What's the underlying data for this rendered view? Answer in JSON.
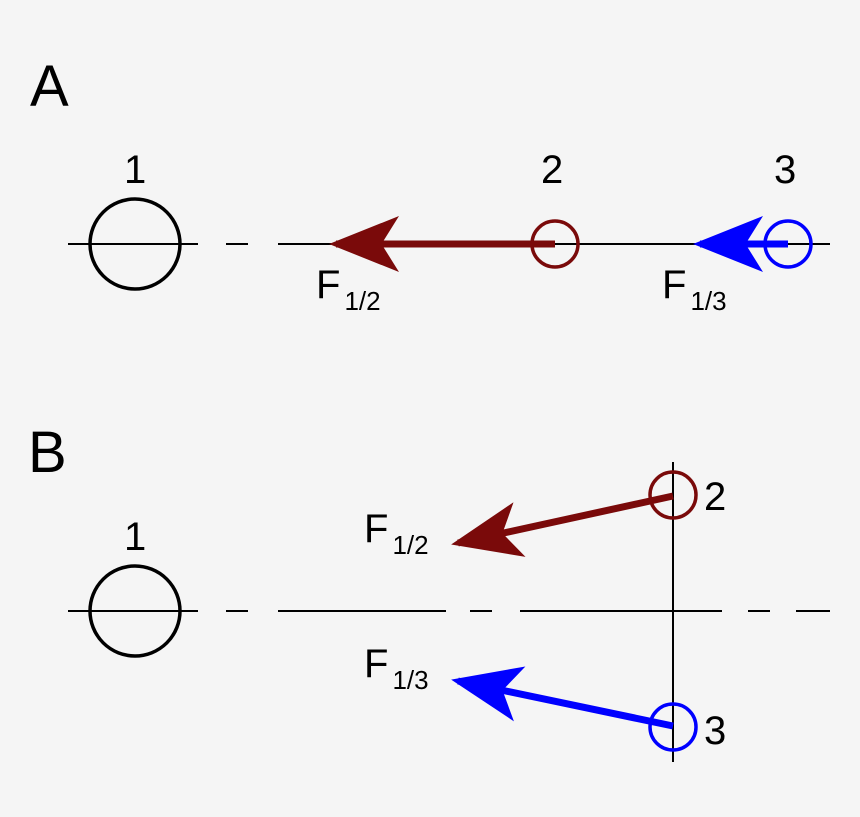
{
  "colors": {
    "background": "#f5f5f5",
    "line": "#000000",
    "body_2": "#7a0a0a",
    "body_3": "#0000ff"
  },
  "panel_a": {
    "label": "A",
    "body_1": "1",
    "body_2": "2",
    "body_3": "3",
    "force_12_main": "F",
    "force_12_sub": "1/2",
    "force_13_main": "F",
    "force_13_sub": "1/3"
  },
  "panel_b": {
    "label": "B",
    "body_1": "1",
    "body_2": "2",
    "body_3": "3",
    "force_12_main": "F",
    "force_12_sub": "1/2",
    "force_13_main": "F",
    "force_13_sub": "1/3"
  }
}
